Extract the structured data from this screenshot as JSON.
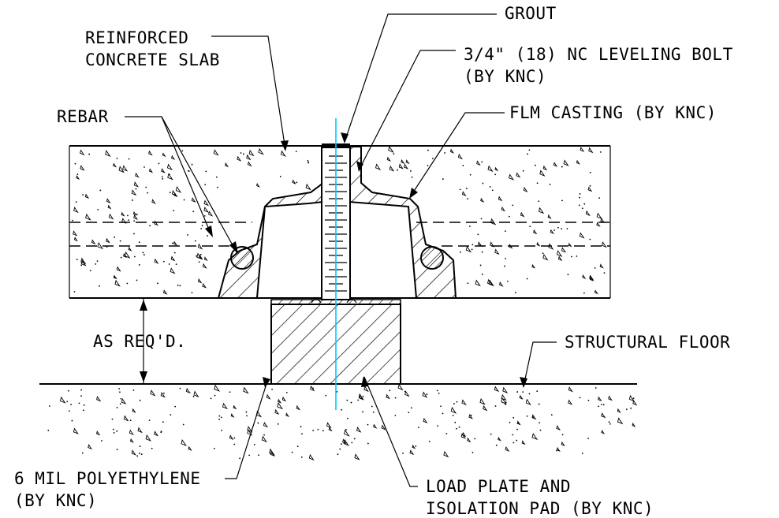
{
  "labels": {
    "grout": "GROUT",
    "bolt_1": "3/4\" (18) NC LEVELING BOLT",
    "bolt_2": "(BY KNC)",
    "slab_1": "REINFORCED",
    "slab_2": "CONCRETE SLAB",
    "rebar": "REBAR",
    "casting": "FLM CASTING (BY KNC)",
    "as_reqd": "AS REQ'D.",
    "floor": "STRUCTURAL FLOOR",
    "poly_1": "6 MIL POLYETHYLENE",
    "poly_2": "(BY KNC)",
    "plate_1": "LOAD PLATE AND",
    "plate_2": "ISOLATION PAD (BY KNC)"
  },
  "colors": {
    "line": "#000000",
    "centerline": "#00c8ff",
    "background": "#ffffff"
  }
}
